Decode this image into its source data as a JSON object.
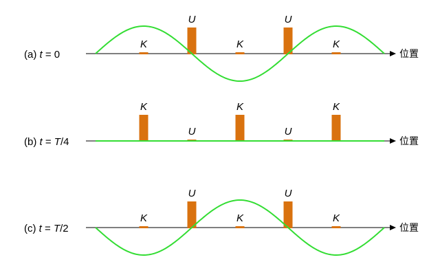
{
  "diagram": {
    "axis_label": "位置",
    "colors": {
      "wave": "#33dd33",
      "bar": "#d9720f",
      "axis": "#333333"
    },
    "rows": [
      {
        "id": "a",
        "prefix": "(a) ",
        "var": "t",
        "equals": " = ",
        "value": "0",
        "value_italic": false,
        "wave_phase": 1,
        "bars": [
          {
            "label": "K",
            "level": 0
          },
          {
            "label": "U",
            "level": 1
          },
          {
            "label": "K",
            "level": 0
          },
          {
            "label": "U",
            "level": 1
          },
          {
            "label": "K",
            "level": 0
          }
        ]
      },
      {
        "id": "b",
        "prefix": "(b) ",
        "var": "t",
        "equals": " = ",
        "value": "T",
        "value_suffix": "/4",
        "value_italic": true,
        "wave_phase": 0,
        "bars": [
          {
            "label": "K",
            "level": 1
          },
          {
            "label": "U",
            "level": 0
          },
          {
            "label": "K",
            "level": 1
          },
          {
            "label": "U",
            "level": 0
          },
          {
            "label": "K",
            "level": 1
          }
        ]
      },
      {
        "id": "c",
        "prefix": "(c) ",
        "var": "t",
        "equals": " = ",
        "value": "T",
        "value_suffix": "/2",
        "value_italic": true,
        "wave_phase": -1,
        "bars": [
          {
            "label": "K",
            "level": 0
          },
          {
            "label": "U",
            "level": 1
          },
          {
            "label": "K",
            "level": 0
          },
          {
            "label": "U",
            "level": 1
          },
          {
            "label": "K",
            "level": 0
          }
        ]
      }
    ]
  }
}
